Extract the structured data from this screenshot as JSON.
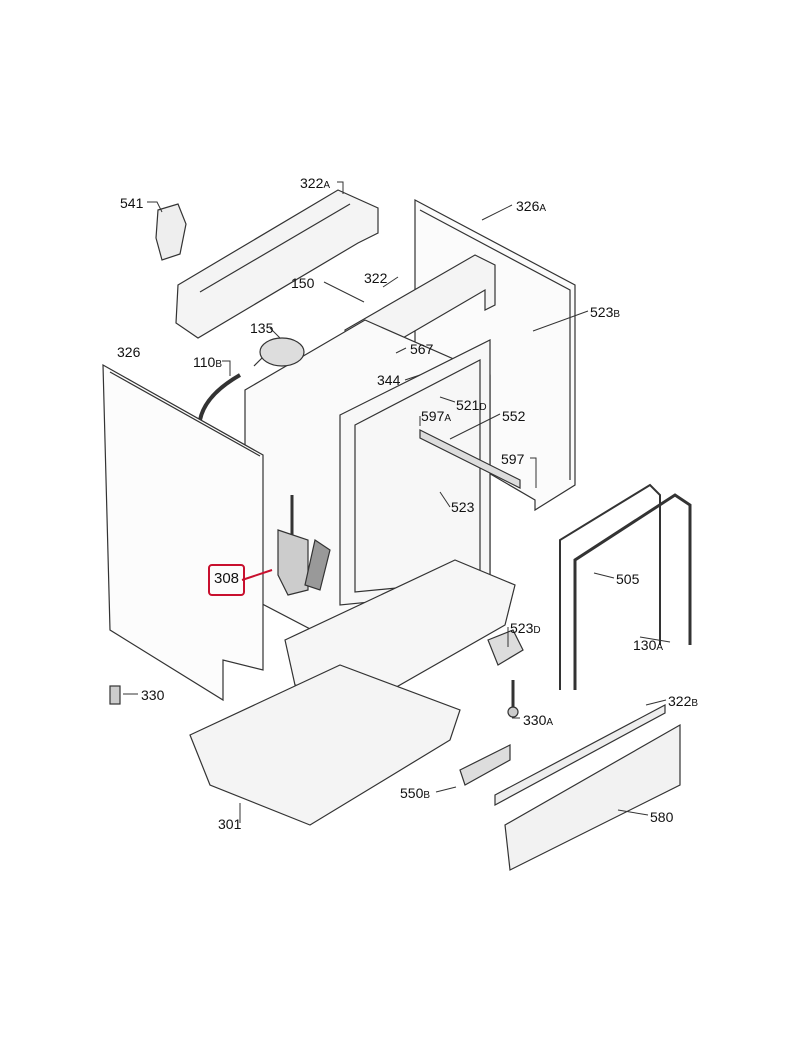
{
  "diagram": {
    "title": "Dishwasher cabinet exploded parts view",
    "highlight_color": "#c8102e",
    "highlighted_part": "308",
    "parts": [
      {
        "main": "541",
        "sfx": ""
      },
      {
        "main": "322",
        "sfx": "A"
      },
      {
        "main": "326",
        "sfx": "A"
      },
      {
        "main": "322",
        "sfx": ""
      },
      {
        "main": "150",
        "sfx": ""
      },
      {
        "main": "523",
        "sfx": "B"
      },
      {
        "main": "135",
        "sfx": ""
      },
      {
        "main": "567",
        "sfx": ""
      },
      {
        "main": "110",
        "sfx": "B"
      },
      {
        "main": "326",
        "sfx": ""
      },
      {
        "main": "344",
        "sfx": ""
      },
      {
        "main": "521",
        "sfx": "D"
      },
      {
        "main": "597",
        "sfx": "A"
      },
      {
        "main": "552",
        "sfx": ""
      },
      {
        "main": "597",
        "sfx": ""
      },
      {
        "main": "523",
        "sfx": ""
      },
      {
        "main": "308",
        "sfx": ""
      },
      {
        "main": "505",
        "sfx": ""
      },
      {
        "main": "523",
        "sfx": "D"
      },
      {
        "main": "130",
        "sfx": "A"
      },
      {
        "main": "330",
        "sfx": ""
      },
      {
        "main": "322",
        "sfx": "B"
      },
      {
        "main": "330",
        "sfx": "A"
      },
      {
        "main": "550",
        "sfx": "B"
      },
      {
        "main": "301",
        "sfx": ""
      },
      {
        "main": "580",
        "sfx": ""
      }
    ]
  }
}
